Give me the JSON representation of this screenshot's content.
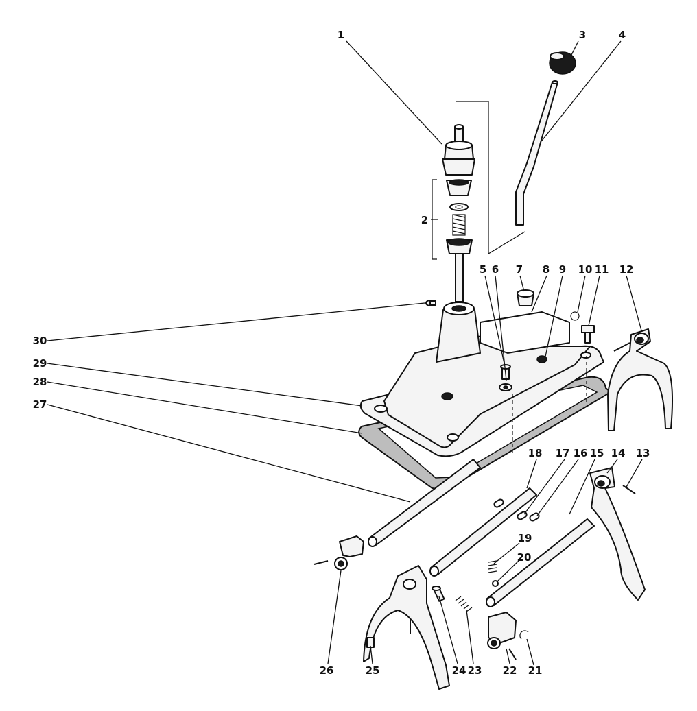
{
  "callouts": [
    {
      "id": "1",
      "label": "1"
    },
    {
      "id": "2",
      "label": "2"
    },
    {
      "id": "3",
      "label": "3"
    },
    {
      "id": "4",
      "label": "4"
    },
    {
      "id": "5",
      "label": "5"
    },
    {
      "id": "6",
      "label": "6"
    },
    {
      "id": "7",
      "label": "7"
    },
    {
      "id": "8",
      "label": "8"
    },
    {
      "id": "9",
      "label": "9"
    },
    {
      "id": "10",
      "label": "10"
    },
    {
      "id": "11",
      "label": "11"
    },
    {
      "id": "12",
      "label": "12"
    },
    {
      "id": "13",
      "label": "13"
    },
    {
      "id": "14",
      "label": "14"
    },
    {
      "id": "15",
      "label": "15"
    },
    {
      "id": "16",
      "label": "16"
    },
    {
      "id": "17",
      "label": "17"
    },
    {
      "id": "18",
      "label": "18"
    },
    {
      "id": "19",
      "label": "19"
    },
    {
      "id": "20",
      "label": "20"
    },
    {
      "id": "21",
      "label": "21"
    },
    {
      "id": "22",
      "label": "22"
    },
    {
      "id": "23",
      "label": "23"
    },
    {
      "id": "24",
      "label": "24"
    },
    {
      "id": "25",
      "label": "25"
    },
    {
      "id": "26",
      "label": "26"
    },
    {
      "id": "27",
      "label": "27"
    },
    {
      "id": "28",
      "label": "28"
    },
    {
      "id": "29",
      "label": "29"
    },
    {
      "id": "30",
      "label": "30"
    }
  ],
  "colors": {
    "ink": "#111111",
    "paper": "#ffffff",
    "gasket": "#bdbdbd"
  }
}
